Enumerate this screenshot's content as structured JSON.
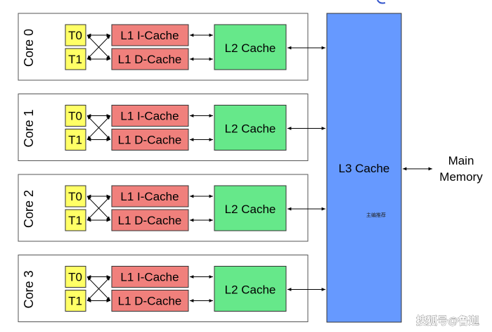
{
  "cores": [
    {
      "label": "Core 0",
      "threads": [
        "T0",
        "T1"
      ],
      "l1_icache": "L1 I-Cache",
      "l1_dcache": "L1 D-Cache",
      "l2": "L2 Cache"
    },
    {
      "label": "Core 1",
      "threads": [
        "T0",
        "T1"
      ],
      "l1_icache": "L1 I-Cache",
      "l1_dcache": "L1 D-Cache",
      "l2": "L2 Cache"
    },
    {
      "label": "Core 2",
      "threads": [
        "T0",
        "T1"
      ],
      "l1_icache": "L1 I-Cache",
      "l1_dcache": "L1 D-Cache",
      "l2": "L2 Cache"
    },
    {
      "label": "Core 3",
      "threads": [
        "T0",
        "T1"
      ],
      "l1_icache": "L1 I-Cache",
      "l1_dcache": "L1 D-Cache",
      "l2": "L2 Cache"
    }
  ],
  "l3": {
    "label": "L3 Cache",
    "small_text": "主编推荐"
  },
  "memory": {
    "line1": "Main",
    "line2": "Memory"
  },
  "watermark": "搜狐号@鲁迦",
  "colors": {
    "thread": "#ffff66",
    "l1": "#f0807c",
    "l2": "#66e88a",
    "l3": "#6699ff"
  }
}
